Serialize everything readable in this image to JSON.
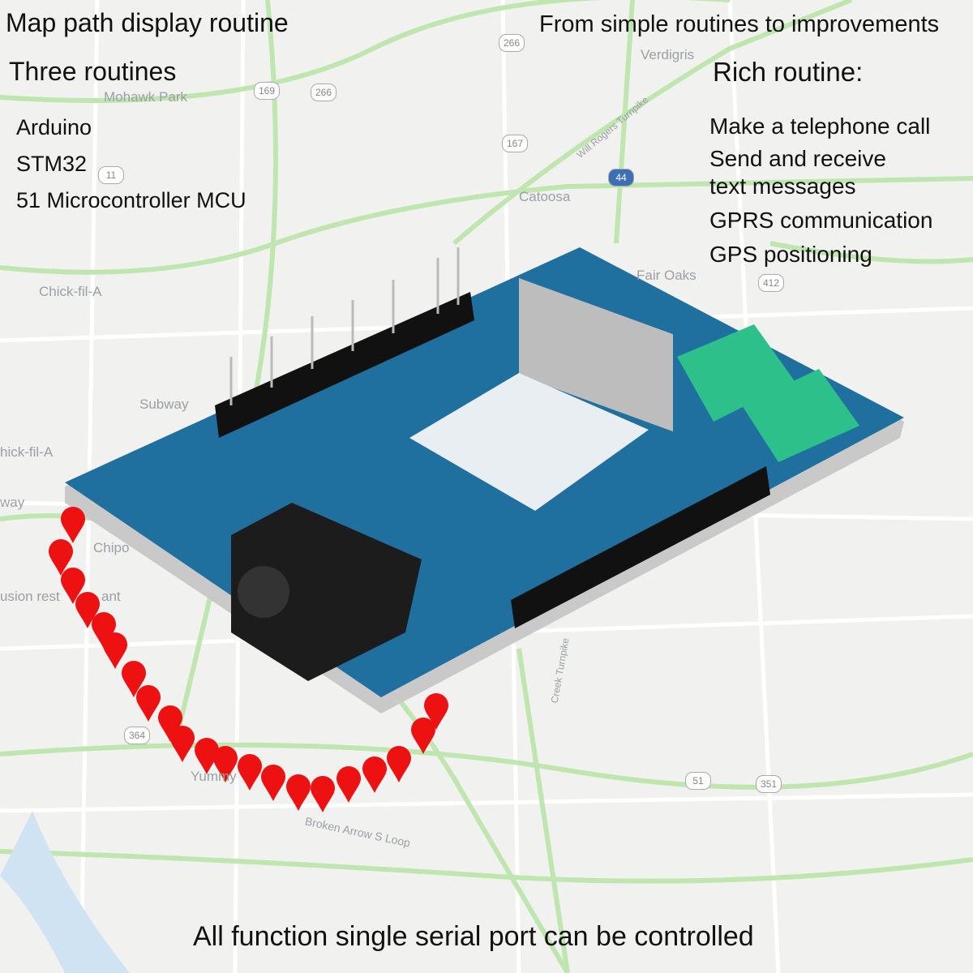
{
  "left": {
    "title": "Map path display routine",
    "subtitle": "Three routines",
    "items": [
      "Arduino",
      "STM32",
      "51 Microcontroller MCU"
    ]
  },
  "right": {
    "title": "From simple routines to improvements",
    "subtitle": "Rich routine:",
    "items": [
      "Make a telephone call",
      "Send and receive",
      "text messages",
      "GPRS communication",
      "GPS positioning"
    ]
  },
  "footer": "All function single serial port can be controlled",
  "map_labels": [
    "Mohawk Park",
    "Verdigris",
    "Catoosa",
    "Chick-fil-A",
    "Subway",
    "hick-fil-A",
    "way",
    "Chipo",
    "usion rest",
    "ant",
    "Yummy",
    "Broken Arrow S Loop",
    "Fair Oaks",
    "Creek Turnpike",
    "Will Rogers Turnpike"
  ],
  "route_shields": [
    "266",
    "169",
    "266",
    "167",
    "44",
    "11",
    "412",
    "364",
    "51",
    "351"
  ],
  "colors": {
    "board": "#1e6e9e",
    "pin_marker": "#ee1111",
    "road_major": "#b9e3a8",
    "jack": "#2ec08a"
  }
}
